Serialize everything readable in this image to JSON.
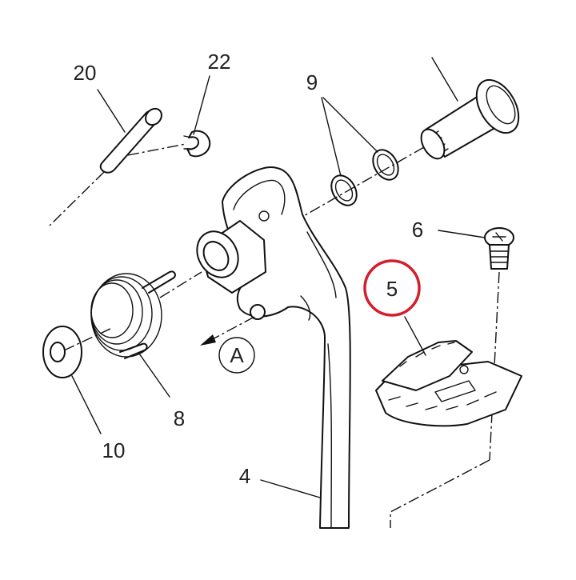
{
  "callouts": [
    {
      "id": "20",
      "label": "20"
    },
    {
      "id": "22",
      "label": "22"
    },
    {
      "id": "9",
      "label": "9"
    },
    {
      "id": "6",
      "label": "6"
    },
    {
      "id": "5",
      "label": "5"
    },
    {
      "id": "8",
      "label": "8"
    },
    {
      "id": "10",
      "label": "10"
    },
    {
      "id": "4",
      "label": "4"
    }
  ],
  "view_marker": {
    "label": "A"
  },
  "highlight": {
    "part": "5",
    "color": "#d21f2b"
  }
}
